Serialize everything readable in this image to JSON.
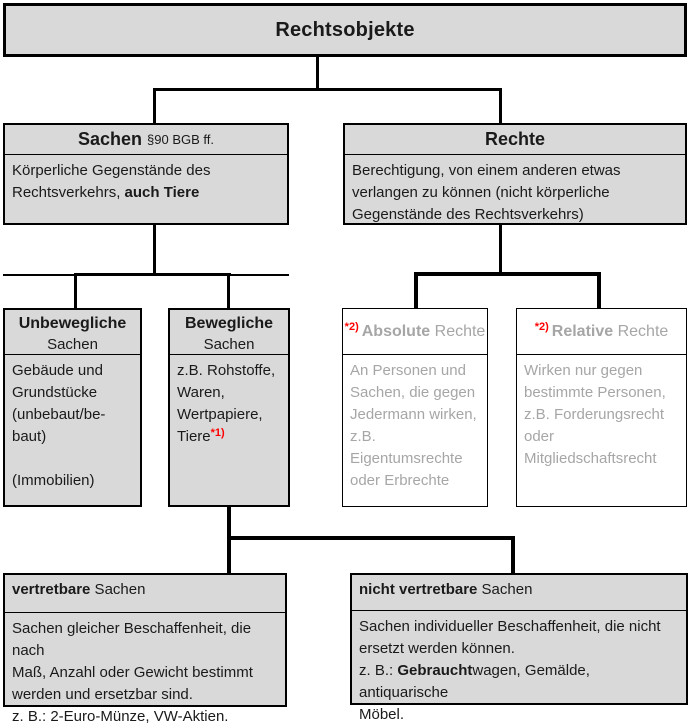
{
  "title": "Rechtsobjekte",
  "nodes": {
    "sachen": {
      "title": "Sachen",
      "title_suffix": "§90 BGB ff.",
      "body_pre": "Körperliche Gegenstände des Rechtsverkehrs, ",
      "body_bold": "auch Tiere"
    },
    "rechte": {
      "title": "Rechte",
      "body": "Berechtigung, von einem anderen etwas\nverlangen zu können (nicht körperliche\nGegenstände des Rechtsverkehrs)"
    },
    "unbewegliche": {
      "title_bold": "Unbewegliche",
      "title_rest": "Sachen",
      "body": "Gebäude und\nGrundstücke\n(unbebaut/be-\nbaut)\n\n(Immobilien)"
    },
    "bewegliche": {
      "title_bold": "Bewegliche",
      "title_rest": "Sachen",
      "body": "z.B. Rohstoffe,\nWaren,\nWertpapiere,\nTiere",
      "footnote": "*1)"
    },
    "absolute": {
      "footnote": "*2)",
      "title_bold": "Absolute",
      "title_rest": " Rechte",
      "body": "An Personen und\nSachen, die gegen\nJedermann wirken,\nz.B.\nEigentumsrechte\noder Erbrechte"
    },
    "relative": {
      "footnote": "*2)",
      "title_bold": "Relative",
      "title_rest": " Rechte",
      "body": "Wirken nur gegen\nbestimmte Personen,\nz.B. Forderungsrecht\noder\nMitgliedschaftsrecht"
    },
    "vertretbare": {
      "title_bold": "vertretbare",
      "title_rest": " Sachen",
      "body": "Sachen gleicher Beschaffenheit, die nach\nMaß, Anzahl oder Gewicht bestimmt\nwerden und ersetzbar sind.\nz. B.: 2-Euro-Münze, VW-Aktien."
    },
    "nicht_vertretbare": {
      "title_bold": "nicht vertretbare",
      "title_rest": " Sachen",
      "body_line1": "Sachen individueller Beschaffenheit, die nicht\nersetzt werden können.\n",
      "body_pre": "z. B.: ",
      "body_bold": "Gebraucht",
      "body_post": "wagen, Gemälde, antiquarische\nMöbel."
    }
  },
  "colors": {
    "box_fill": "#d9d9d9",
    "muted_text": "#a6a6a6",
    "accent_red": "#ff0000",
    "border": "#000000"
  }
}
